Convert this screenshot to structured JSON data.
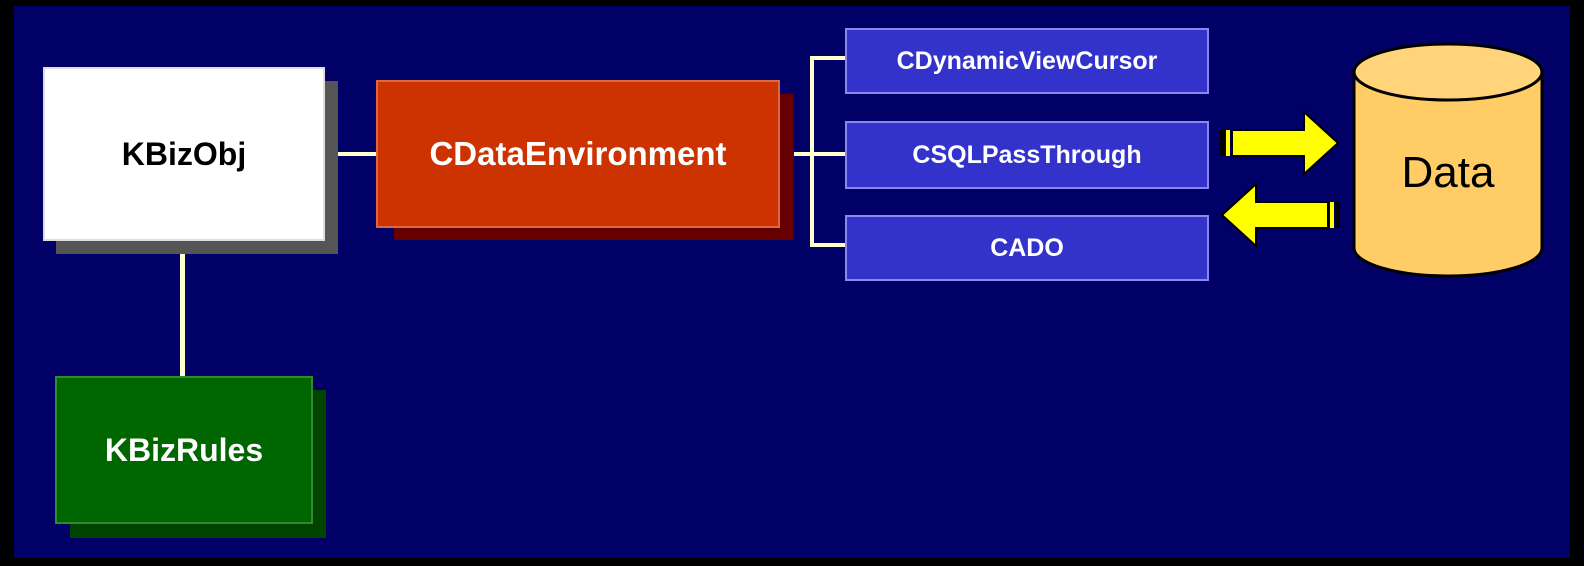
{
  "colors": {
    "background": "#000066",
    "frame": "#000000",
    "kbizobj_fill": "#ffffff",
    "kbizobj_shadow": "#555555",
    "cdataenv_fill": "#cc3300",
    "cdataenv_shadow": "#660000",
    "kbizrules_fill": "#006600",
    "kbizrules_shadow": "#004400",
    "cursor_box_fill": "#3333cc",
    "connector": "#ffffcc",
    "arrow": "#ffff00",
    "database": "#ffcc66"
  },
  "nodes": {
    "kbizobj": "KBizObj",
    "cdataenvironment": "CDataEnvironment",
    "kbizrules": "KBizRules",
    "cdynamicviewcursor": "CDynamicViewCursor",
    "csqlpassthrough": "CSQLPassThrough",
    "cado": "CADO",
    "data": "Data"
  },
  "icons": {
    "database": "database-cylinder-icon",
    "arrow_right": "arrow-right-icon",
    "arrow_left": "arrow-left-icon"
  }
}
